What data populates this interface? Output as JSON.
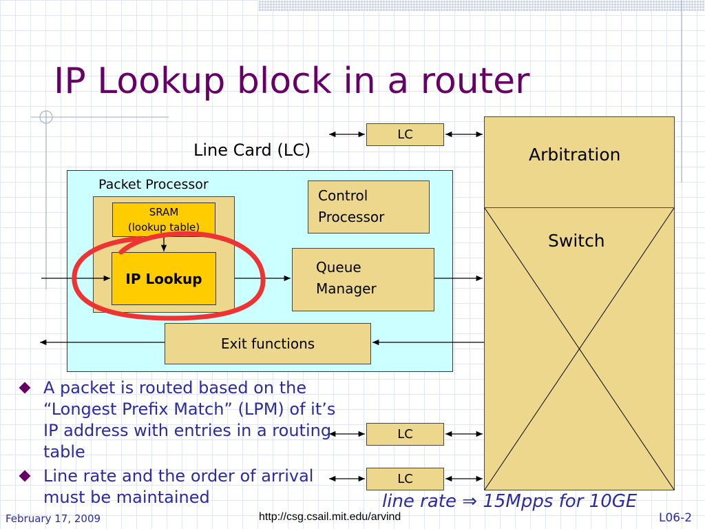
{
  "slide": {
    "title": "IP Lookup block in a router",
    "line_card_caption": "Line Card (LC)",
    "packet_processor_caption": "Packet Processor",
    "sram_line1": "SRAM",
    "sram_line2": "(lookup table)",
    "ip_lookup": "IP Lookup",
    "control_processor_line1": "Control",
    "control_processor_line2": "Processor",
    "queue_manager_line1": "Queue",
    "queue_manager_line2": "Manager",
    "exit_functions": "Exit functions",
    "arbitration": "Arbitration",
    "switch": "Switch",
    "lc_top": "LC",
    "lc_mid": "LC",
    "lc_bottom": "LC",
    "line_rate": "line rate ⇒ 15Mpps for 10GE",
    "bullets": [
      "A packet is routed based on the “Longest Prefix Match” (LPM) of it’s IP address with entries in a routing table",
      "Line rate and the order of arrival must be maintained"
    ]
  },
  "footer": {
    "date": "February 17, 2009",
    "url": "http://csg.csail.mit.edu/arvind",
    "page": "L06-2"
  },
  "colors": {
    "title": "#660066",
    "bullet_text": "#2b2b9e",
    "line_card_fill": "#ccffff",
    "box_tan": "#ecd78c",
    "box_gold": "#ffcc00",
    "annotation_circle": "#ee3333"
  }
}
